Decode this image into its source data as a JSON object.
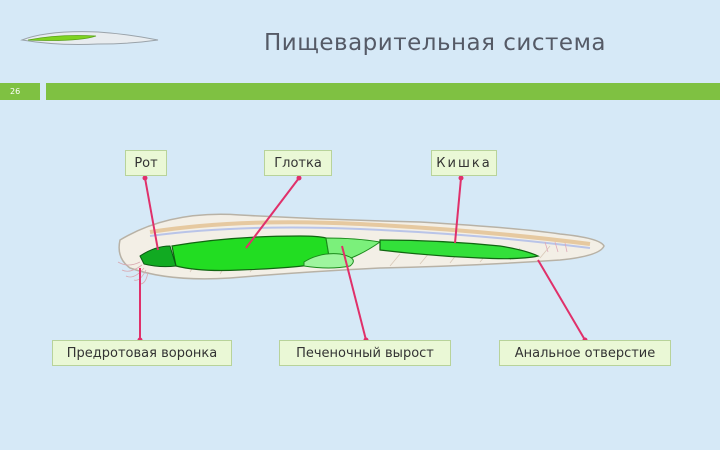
{
  "slide": {
    "title": "Пищеварительная система",
    "page_number": "26"
  },
  "labels": {
    "mouth": "Рот",
    "pharynx": "Глотка",
    "intestine": "Кишка",
    "preoral_funnel": "Предротовая воронка",
    "liver_outgrowth": "Печеночный вырост",
    "anal_opening": "Анальное отверстие"
  },
  "colors": {
    "accent_bar": "#7fc142",
    "digestive_green": "#22dd22",
    "pointer_line": "#e0306a",
    "background": "#d6e9f7"
  }
}
